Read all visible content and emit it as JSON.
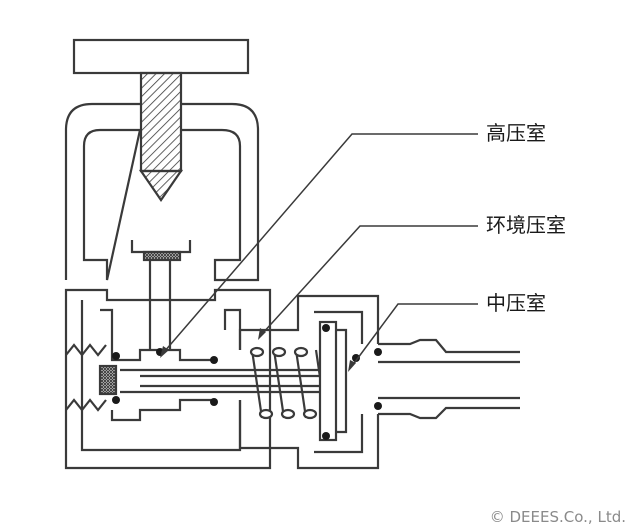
{
  "labels": {
    "high_pressure": "高压室",
    "ambient_pressure": "环境压室",
    "medium_pressure": "中压室"
  },
  "copyright": "© DEEES.Co., Ltd.",
  "colors": {
    "line": "#3a3a3a",
    "fill": "#ffffff",
    "text": "#1a1a1a",
    "copyright": "#8a8a8a"
  }
}
